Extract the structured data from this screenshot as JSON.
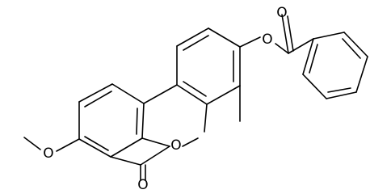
{
  "molecule": {
    "atom_labels": {
      "ketone_oxygen": "O",
      "ether_oxygen": "O",
      "ring_oxygen": "O",
      "lactone_carbonyl_oxygen": "O",
      "methoxy_oxygen": "O"
    }
  },
  "colors": {
    "background": "#ffffff",
    "bond": "#000000",
    "label": "#000000"
  }
}
